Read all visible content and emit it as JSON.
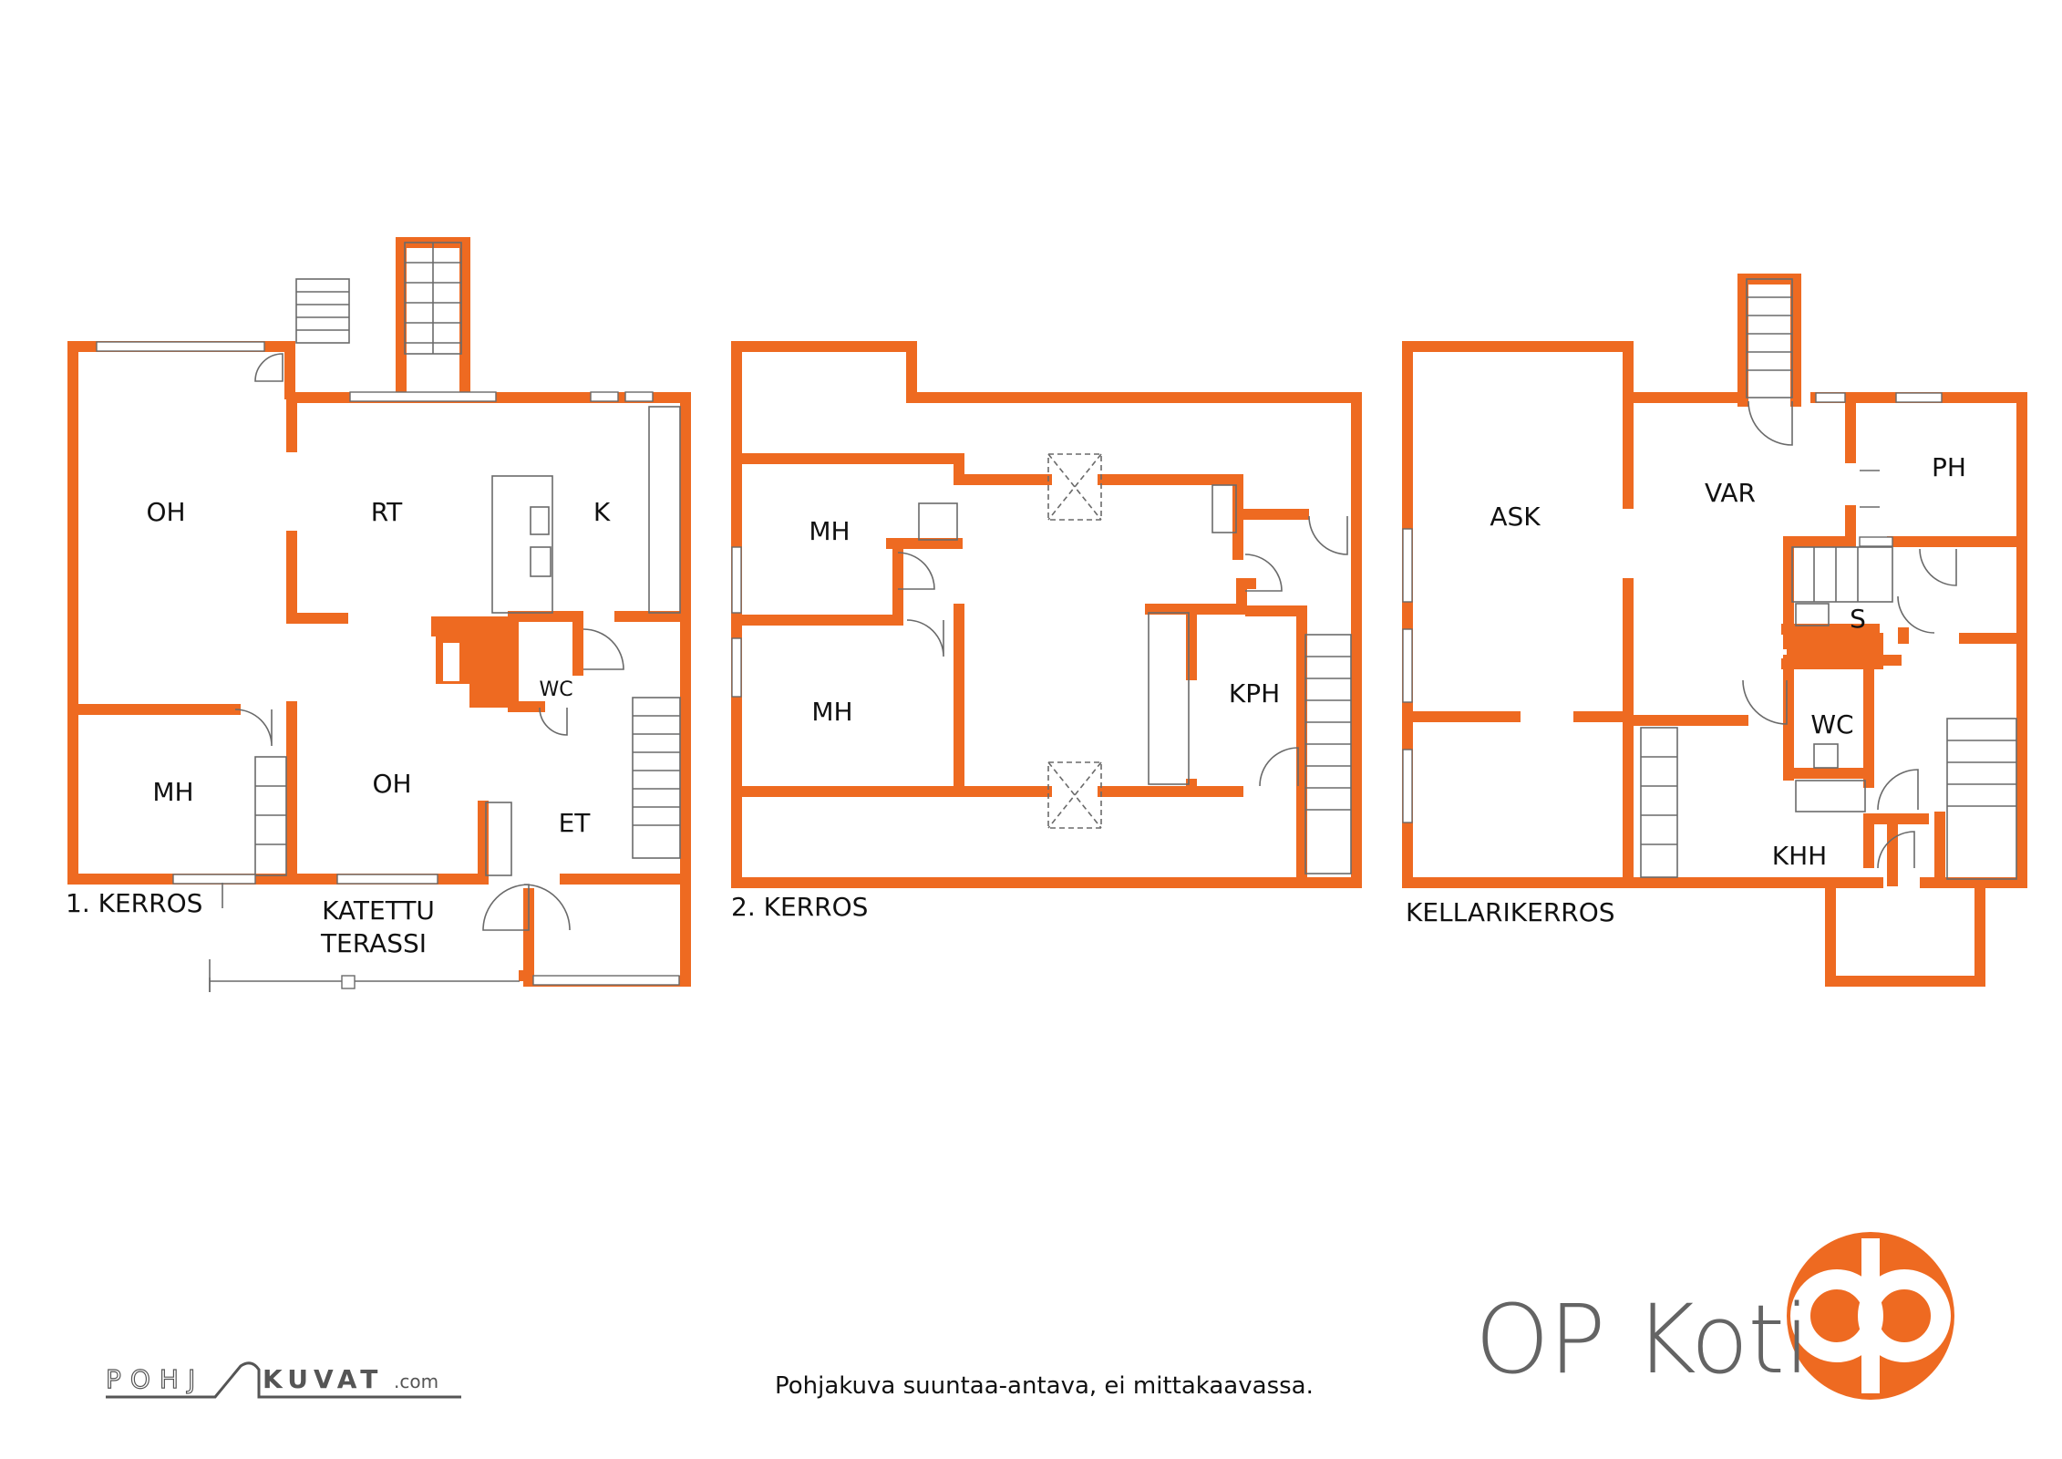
{
  "floors": [
    {
      "label": "1. KERROS",
      "rooms": [
        "OH",
        "RT",
        "K",
        "WC",
        "MH",
        "OH",
        "ET"
      ],
      "terrace": [
        "KATETTU",
        "TERASSI"
      ]
    },
    {
      "label": "2. KERROS",
      "rooms": [
        "MH",
        "MH",
        "KPH"
      ]
    },
    {
      "label": "KELLARIKERROS",
      "rooms": [
        "ASK",
        "VAR",
        "PH",
        "S",
        "WC",
        "KHH"
      ]
    }
  ],
  "brand": {
    "name": "OP Koti",
    "accent": "#ee6a21",
    "text_color": "#646464"
  },
  "credit": {
    "pohj": "POHJ",
    "kuvat": "KUVAT",
    "domain": ".com"
  },
  "disclaimer": "Pohjakuva suuntaa-antava, ei mittakaavassa."
}
